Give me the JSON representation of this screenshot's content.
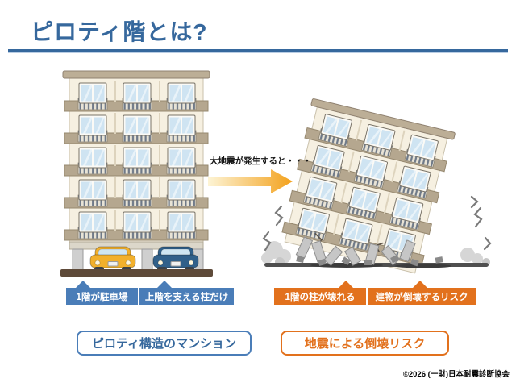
{
  "title": "ピロティ階とは?",
  "annotation": {
    "earthquake_note": "大地震が発生すると・・・"
  },
  "left_building": {
    "callouts": [
      {
        "label": "1階が駐車場"
      },
      {
        "label": "上階を支える柱だけ"
      }
    ],
    "caption": "ピロティ構造のマンション"
  },
  "right_building": {
    "callouts": [
      {
        "label": "1階の柱が壊れる"
      },
      {
        "label": "建物が倒壊するリスク"
      }
    ],
    "caption": "地震による倒壊リスク"
  },
  "footer": {
    "copyright": "©2026 (一財)日本耐震診断協会"
  },
  "theme": {
    "title_color": "#36689d",
    "blue": "#4a7db8",
    "orange": "#e2711d",
    "arrow_gradient_start": "#fdf4d5",
    "arrow_gradient_end": "#f3a11c"
  }
}
